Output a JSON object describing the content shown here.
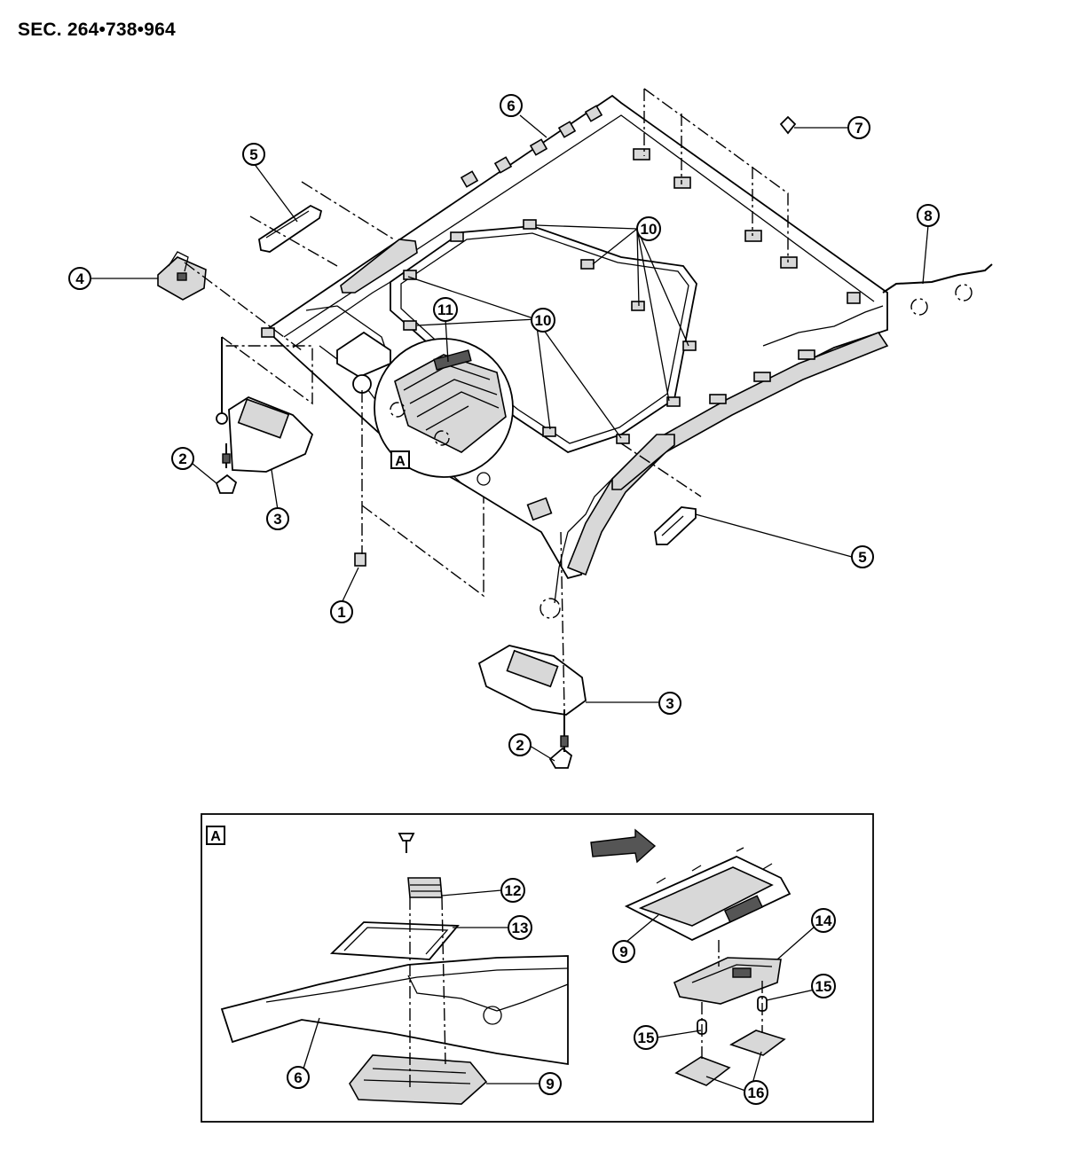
{
  "section_title": "SEC. 264•738•964",
  "detail_label": "A",
  "detail_panel_label": "A",
  "callouts": {
    "c1": "1",
    "c2a": "2",
    "c2b": "2",
    "c3a": "3",
    "c3b": "3",
    "c4": "4",
    "c5a": "5",
    "c5b": "5",
    "c6a": "6",
    "c6b": "6",
    "c7": "7",
    "c8": "8",
    "c9a": "9",
    "c9b": "9",
    "c10a": "10",
    "c10b": "10",
    "c11": "11",
    "c12": "12",
    "c13": "13",
    "c14": "14",
    "c15a": "15",
    "c15b": "15",
    "c16": "16"
  }
}
